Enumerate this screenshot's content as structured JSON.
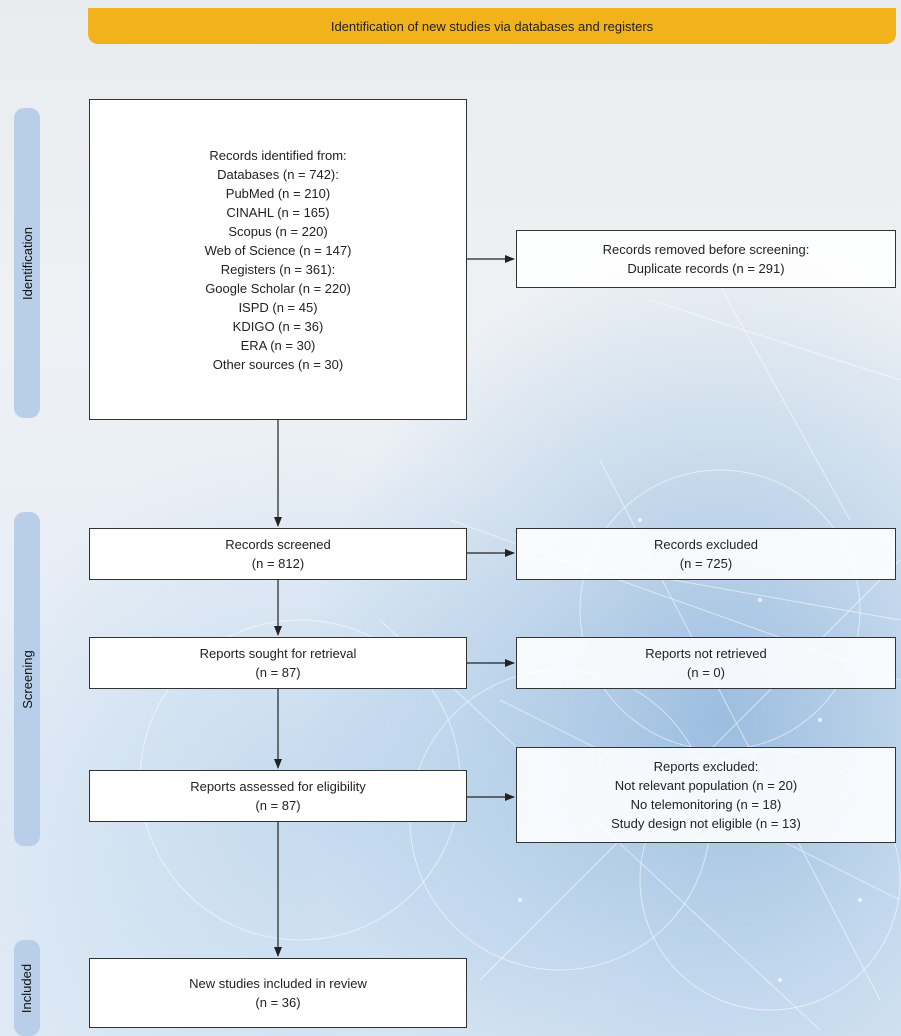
{
  "banner": {
    "title": "Identification of new studies via databases and registers"
  },
  "phases": {
    "identification": "Identification",
    "screening": "Screening",
    "included": "Included"
  },
  "boxes": {
    "records_identified": [
      "Records identified from:",
      "Databases (n = 742):",
      "PubMed (n = 210)",
      "CINAHL (n = 165)",
      "Scopus (n = 220)",
      "Web of Science (n = 147)",
      "Registers (n = 361):",
      "Google Scholar (n = 220)",
      "ISPD (n = 45)",
      "KDIGO (n = 36)",
      "ERA (n = 30)",
      "Other sources (n = 30)"
    ],
    "records_removed": [
      "Records removed before screening:",
      "Duplicate records (n = 291)"
    ],
    "records_screened": [
      "Records screened",
      "(n = 812)"
    ],
    "records_excluded": [
      "Records excluded",
      "(n = 725)"
    ],
    "reports_sought": [
      "Reports sought for retrieval",
      "(n = 87)"
    ],
    "reports_not_retrieved": [
      "Reports not retrieved",
      "(n = 0)"
    ],
    "reports_assessed": [
      "Reports assessed for eligibility",
      "(n = 87)"
    ],
    "reports_excluded": [
      "Reports excluded:",
      "Not relevant population (n = 20)",
      "No telemonitoring (n = 18)",
      "Study design not eligible (n = 13)"
    ],
    "studies_included": [
      "New studies included in review",
      "(n = 36)"
    ]
  },
  "colors": {
    "banner": "#f2b21b",
    "phase_label": "#b9cfe9",
    "arrow": "#222222"
  }
}
